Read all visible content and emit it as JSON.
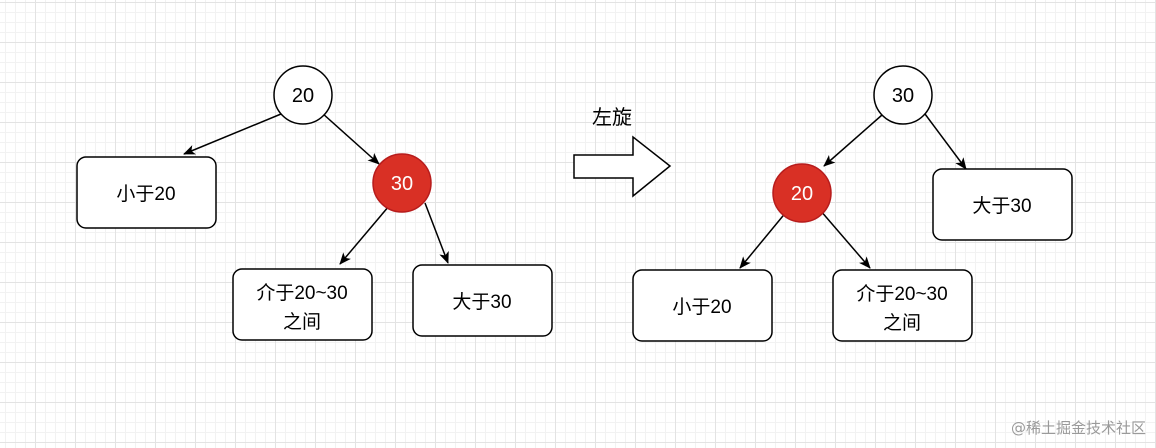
{
  "operation_label": "左旋",
  "colors": {
    "red_node_fill": "#d93025",
    "red_node_stroke": "#b71c1c",
    "black_node_fill": "#ffffff",
    "stroke": "#000000"
  },
  "before": {
    "root": {
      "label": "20",
      "color": "black"
    },
    "child": {
      "label": "30",
      "color": "red"
    },
    "subtrees": {
      "less_than_root": "小于20",
      "between_lines": [
        "介于20~30",
        "之间"
      ],
      "greater_than_child": "大于30"
    }
  },
  "after": {
    "root": {
      "label": "30",
      "color": "black"
    },
    "child": {
      "label": "20",
      "color": "red"
    },
    "subtrees": {
      "greater_than_root": "大于30",
      "less_than_child": "小于20",
      "between_lines": [
        "介于20~30",
        "之间"
      ]
    }
  },
  "watermark": "@稀土掘金技术社区"
}
